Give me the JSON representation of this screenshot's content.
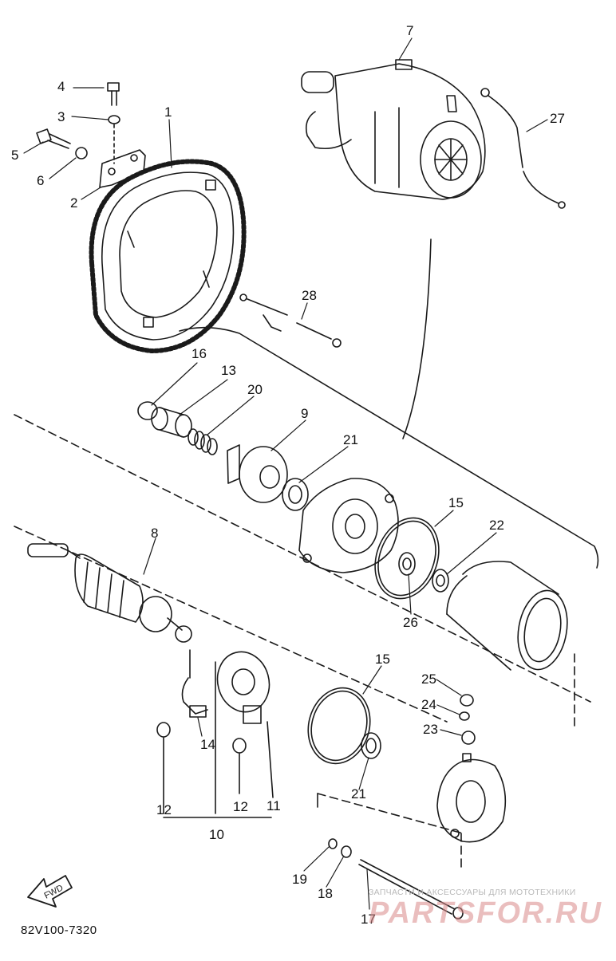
{
  "callouts": [
    {
      "id": "c1",
      "text": "1"
    },
    {
      "id": "c2",
      "text": "2"
    },
    {
      "id": "c3",
      "text": "3"
    },
    {
      "id": "c4",
      "text": "4"
    },
    {
      "id": "c5",
      "text": "5"
    },
    {
      "id": "c6",
      "text": "6"
    },
    {
      "id": "c7",
      "text": "7"
    },
    {
      "id": "c8",
      "text": "8"
    },
    {
      "id": "c9",
      "text": "9"
    },
    {
      "id": "c10",
      "text": "10"
    },
    {
      "id": "c11",
      "text": "11"
    },
    {
      "id": "c12a",
      "text": "12"
    },
    {
      "id": "c12b",
      "text": "12"
    },
    {
      "id": "c13",
      "text": "13"
    },
    {
      "id": "c14",
      "text": "14"
    },
    {
      "id": "c15a",
      "text": "15"
    },
    {
      "id": "c15b",
      "text": "15"
    },
    {
      "id": "c16",
      "text": "16"
    },
    {
      "id": "c17",
      "text": "17"
    },
    {
      "id": "c18",
      "text": "18"
    },
    {
      "id": "c19",
      "text": "19"
    },
    {
      "id": "c20",
      "text": "20"
    },
    {
      "id": "c21a",
      "text": "21"
    },
    {
      "id": "c21b",
      "text": "21"
    },
    {
      "id": "c22",
      "text": "22"
    },
    {
      "id": "c23",
      "text": "23"
    },
    {
      "id": "c24",
      "text": "24"
    },
    {
      "id": "c25",
      "text": "25"
    },
    {
      "id": "c26",
      "text": "26"
    },
    {
      "id": "c27",
      "text": "27"
    },
    {
      "id": "c28",
      "text": "28"
    }
  ],
  "fwd_label": "FWD",
  "diagram_code": "82V100-7320",
  "watermark": {
    "tagline": "ЗАПЧАСТИ И АКСЕССУАРЫ ДЛЯ МОТОТЕХНИКИ",
    "brand": "PARTSFOR.RU"
  },
  "colors": {
    "ink": "#1a1a1a",
    "watermark_red": "#d98a8a",
    "watermark_gray": "#b9b9b9"
  }
}
